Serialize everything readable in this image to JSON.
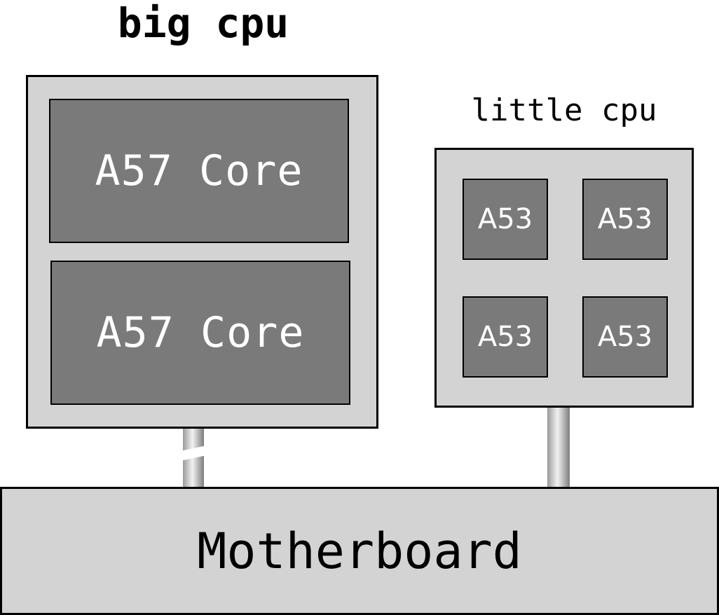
{
  "big_cpu": {
    "title": "big cpu",
    "cores": [
      "A57 Core",
      "A57 Core"
    ]
  },
  "little_cpu": {
    "title": "little cpu",
    "cores": [
      "A53",
      "A53",
      "A53",
      "A53"
    ]
  },
  "motherboard": {
    "label": "Motherboard"
  },
  "colors": {
    "package_fill": "#d3d3d3",
    "core_fill": "#7a7a7a",
    "core_text": "#ffffff",
    "outline": "#000000"
  }
}
